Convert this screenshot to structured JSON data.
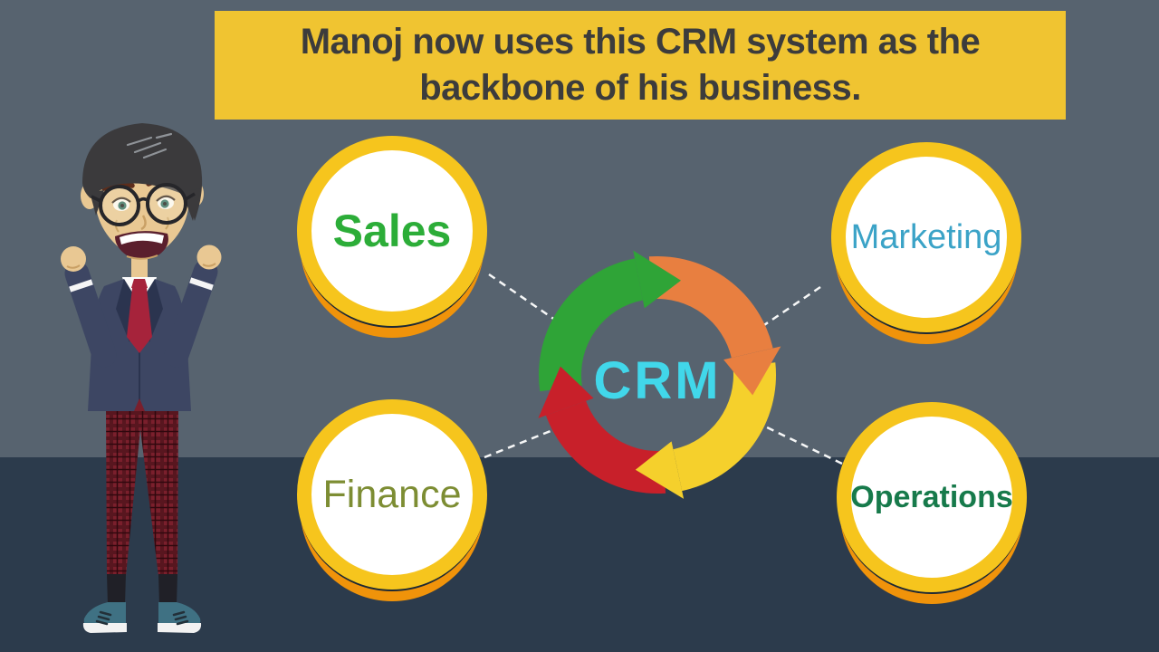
{
  "background": {
    "wall_color": "#57636F",
    "floor_color": "#2C3B4C"
  },
  "banner": {
    "text_line1": "Manoj now uses this CRM system as the",
    "text_line2": "backbone of his business.",
    "bg_color": "#F0C431",
    "text_color": "#3C3C3C"
  },
  "crm_cycle": {
    "center_label": "CRM",
    "center_label_color": "#41D7EA",
    "segments": [
      {
        "name": "green",
        "color": "#2FA437",
        "band_start": 262,
        "band_end": 349,
        "tip": 374
      },
      {
        "name": "orange",
        "color": "#E87F40",
        "band_start": 356,
        "band_end": 437,
        "tip": 462
      },
      {
        "name": "yellow",
        "color": "#F5D02C",
        "band_start": 84,
        "band_end": 168,
        "tip": 193
      },
      {
        "name": "red",
        "color": "#C8202A",
        "band_start": 176,
        "band_end": 250,
        "tip": 275
      }
    ]
  },
  "nodes": [
    {
      "label": "Sales",
      "color": "#2CAD38"
    },
    {
      "label": "Marketing",
      "color": "#3BA3C7"
    },
    {
      "label": "Finance",
      "color": "#7D8D33"
    },
    {
      "label": "Operations",
      "color": "#177A4B"
    }
  ],
  "node_style": {
    "ring_color": "#F6C51D",
    "fill_color": "#FFFFFF",
    "shadow_arc_color": "#F0930A"
  },
  "connector": {
    "color": "#FFFFFF",
    "style": "dashed"
  }
}
